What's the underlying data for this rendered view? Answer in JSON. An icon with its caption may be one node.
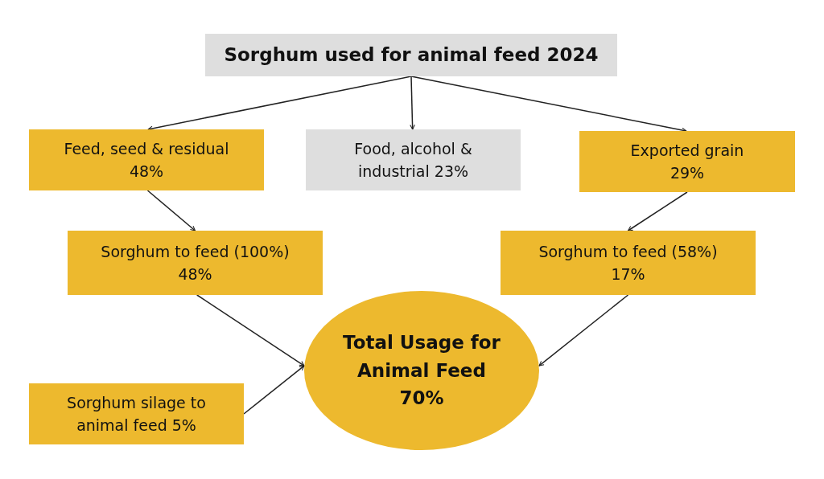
{
  "diagram": {
    "nodes": [
      {
        "text": [
          "Sorghum used for animal feed 2024"
        ]
      },
      {
        "text": [
          "Feed, seed & residual 48%"
        ]
      },
      {
        "text": [
          "Food, alcohol & industrial 23%"
        ]
      },
      {
        "text": [
          "Exported grain 29%"
        ]
      },
      {
        "text": [
          "Sorghum to feed (100%) 48%"
        ]
      },
      {
        "text": [
          "Sorghum to feed (58%) 17%"
        ]
      },
      {
        "text": [
          "Total Usage for Animal Feed 70%"
        ]
      },
      {
        "text": [
          "Sorghum silage to animal feed 5%"
        ]
      }
    ],
    "edges": [
      {
        "from": 0,
        "to": 1,
        "arrow": "to"
      },
      {
        "from": 0,
        "to": 2,
        "arrow": "to"
      },
      {
        "from": 0,
        "to": 3,
        "arrow": "to"
      },
      {
        "from": 1,
        "to": 4,
        "arrow": "to"
      },
      {
        "from": 3,
        "to": 5,
        "arrow": "to"
      },
      {
        "from": 4,
        "to": 6,
        "arrow": "to"
      },
      {
        "from": 5,
        "to": 6,
        "arrow": "to"
      },
      {
        "from": 7,
        "to": 6,
        "arrow": "to"
      }
    ]
  }
}
